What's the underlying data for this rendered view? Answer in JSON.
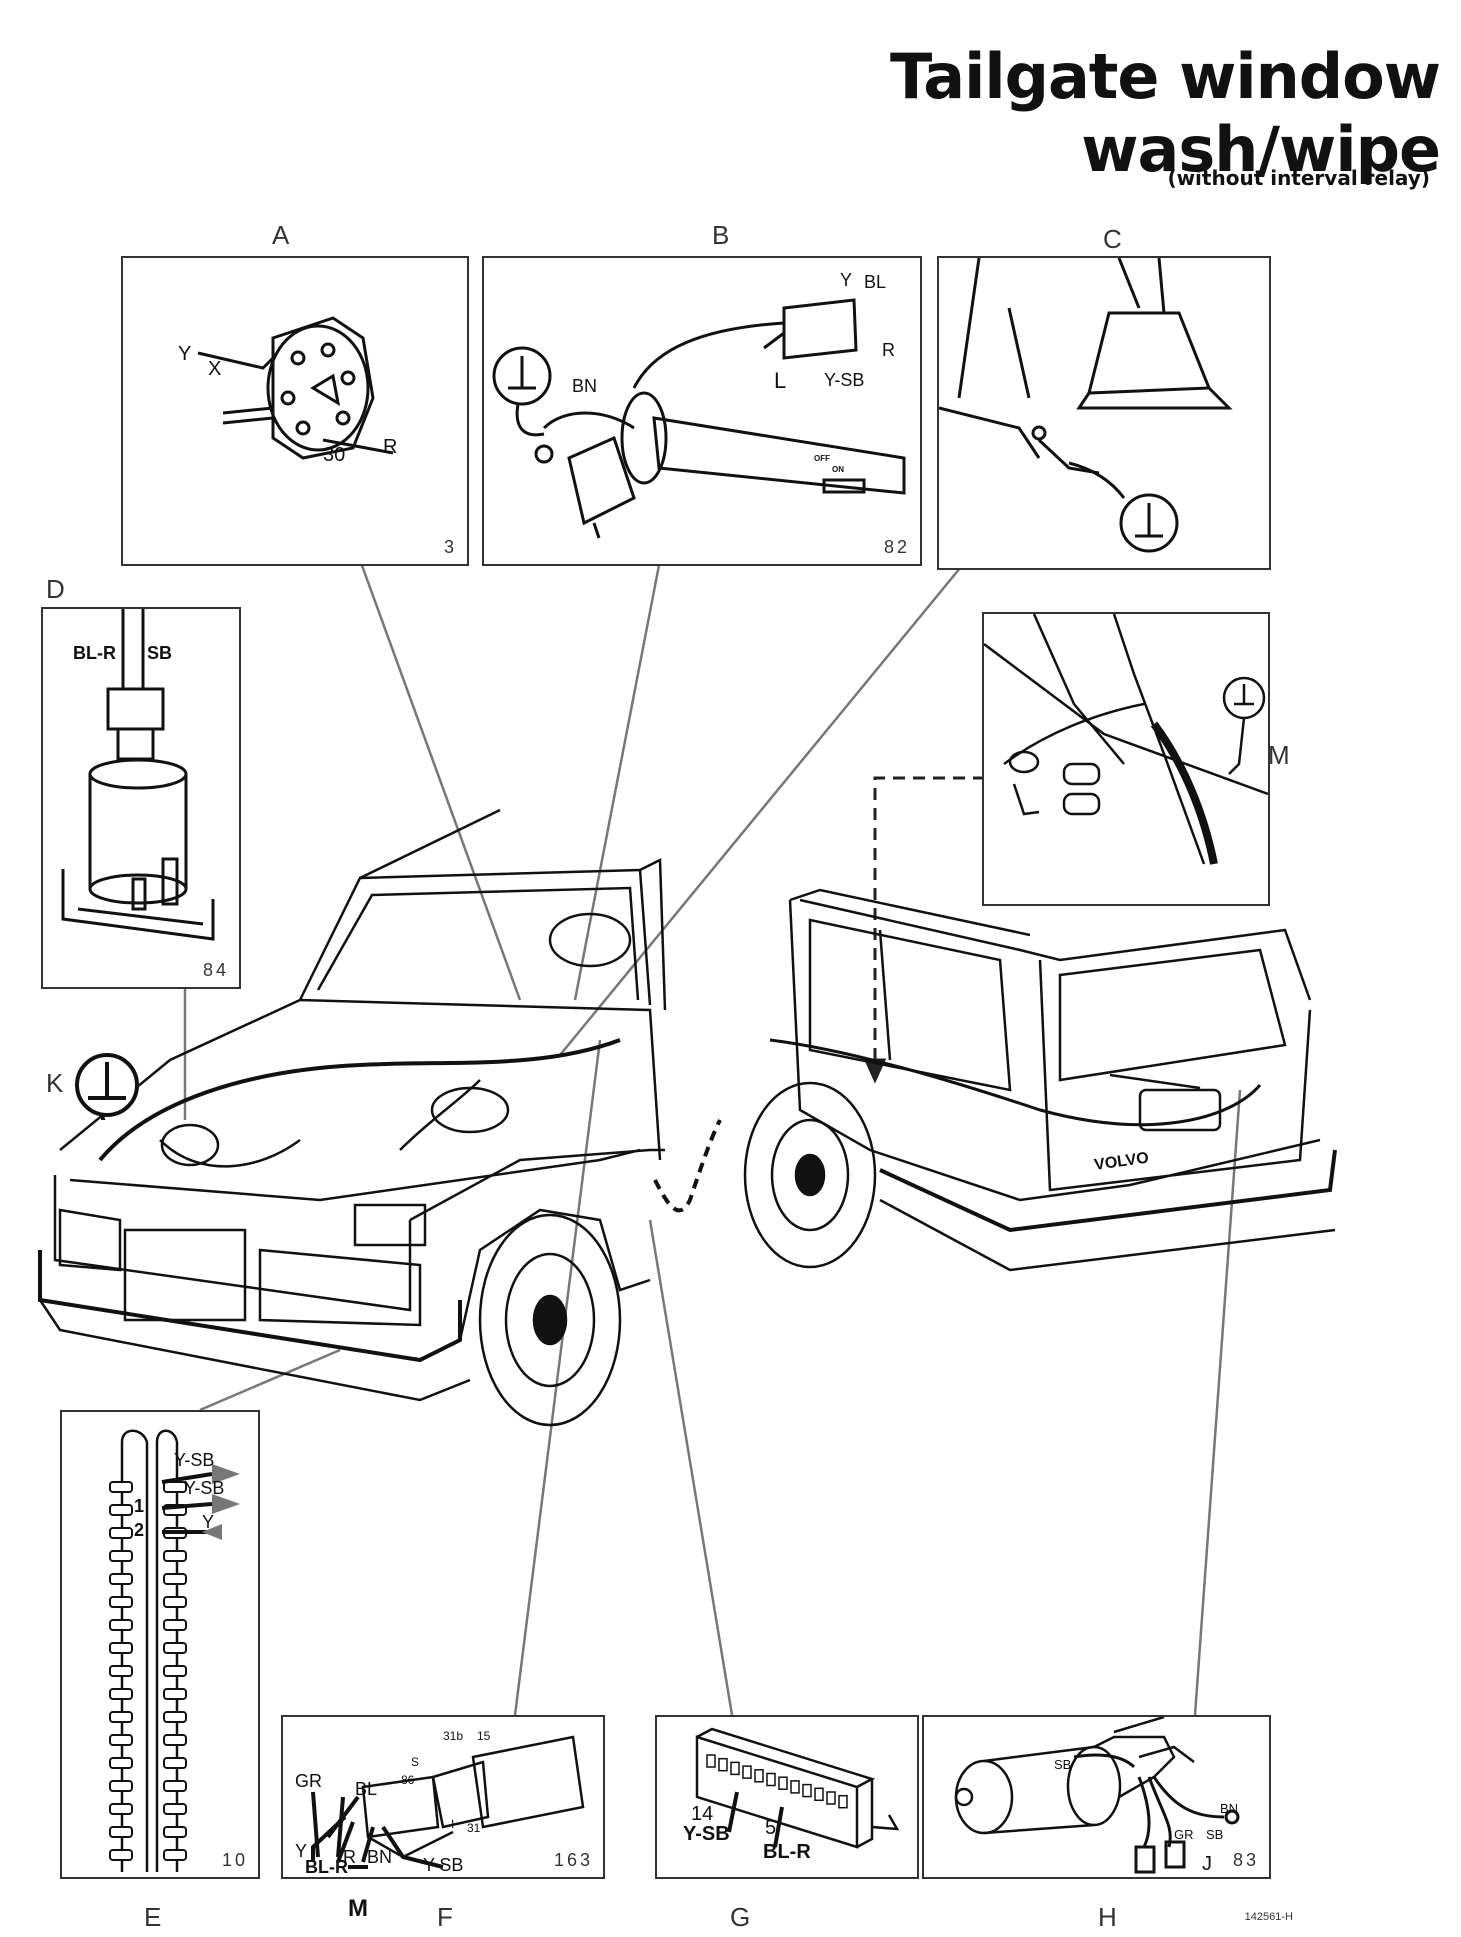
{
  "title": "Tailgate window wash/wipe",
  "subtitle": "(without interval relay)",
  "doc_ref": "142561-H",
  "panels": {
    "A": {
      "letter": "A",
      "number": "3",
      "labels": [
        "Y",
        "X",
        "30",
        "R"
      ]
    },
    "B": {
      "letter": "B",
      "number": "82",
      "labels": [
        "Y",
        "BL",
        "R",
        "L",
        "Y-SB",
        "BN",
        "OFF",
        "ON"
      ]
    },
    "C": {
      "letter": "C"
    },
    "D": {
      "letter": "D",
      "number": "84",
      "labels": [
        "BL-R",
        "SB"
      ]
    },
    "M": {
      "letter": "M"
    },
    "E": {
      "letter": "E",
      "number": "10",
      "labels": [
        "Y-SB",
        "Y-SB",
        "Y",
        "1",
        "2"
      ]
    },
    "F": {
      "letter": "F",
      "number": "163",
      "labels": [
        "GR",
        "BL",
        "Y",
        "R",
        "BN",
        "Y-SB",
        "BL-R",
        "M",
        "31b",
        "15",
        "S",
        "86",
        "31",
        "I"
      ]
    },
    "G": {
      "letter": "G",
      "labels": [
        "14",
        "Y-SB",
        "5",
        "BL-R"
      ]
    },
    "H": {
      "letter": "H",
      "number": "83",
      "labels": [
        "SB",
        "BN",
        "GR",
        "SB",
        "J"
      ]
    },
    "K": {
      "letter": "K"
    }
  },
  "car_brand": "VOLVO",
  "icons": [
    "ground-symbol"
  ]
}
